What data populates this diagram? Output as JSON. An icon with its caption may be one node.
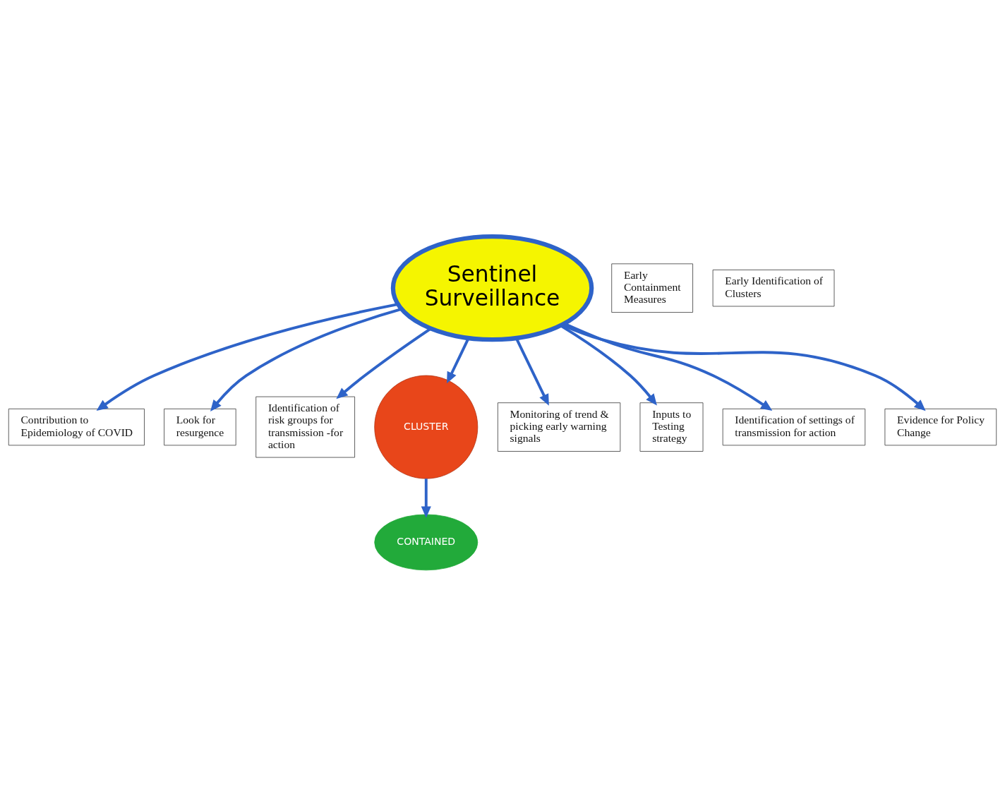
{
  "diagram": {
    "nodes": [
      {
        "text": [
          "Sentinel Surveillance"
        ]
      },
      {
        "text": [
          "Contribution to Epidemiology of COVID"
        ]
      },
      {
        "text": [
          "Look for resurgence"
        ]
      },
      {
        "text": [
          "CONTAINED"
        ]
      },
      {
        "text": [
          "Early Containment Measures"
        ]
      },
      {
        "text": [
          "Identification of risk groups for transmission -for action"
        ]
      },
      {
        "text": [
          "CLUSTER"
        ]
      },
      {
        "text": [
          "Monitoring of trend & picking early warning signals"
        ]
      },
      {
        "text": [
          "Early Identification of Clusters"
        ]
      },
      {
        "text": [
          "Inputs to Testing strategy"
        ]
      },
      {
        "text": [
          "Identification of settings of transmission for action"
        ]
      },
      {
        "text": [
          "Evidence for Policy Change"
        ]
      }
    ],
    "edges": [
      {
        "from": 0,
        "to": 1,
        "arrow": "to"
      },
      {
        "from": 0,
        "to": 2,
        "arrow": "to"
      },
      {
        "from": 0,
        "to": 5,
        "arrow": "to"
      },
      {
        "from": 0,
        "to": 6,
        "arrow": "to"
      },
      {
        "from": 0,
        "to": 7,
        "arrow": "to"
      },
      {
        "from": 0,
        "to": 10,
        "arrow": "to"
      },
      {
        "from": 0,
        "to": 9,
        "arrow": "to"
      },
      {
        "from": 0,
        "to": 11,
        "arrow": "to"
      },
      {
        "from": 6,
        "to": 3,
        "arrow": "to"
      }
    ]
  }
}
